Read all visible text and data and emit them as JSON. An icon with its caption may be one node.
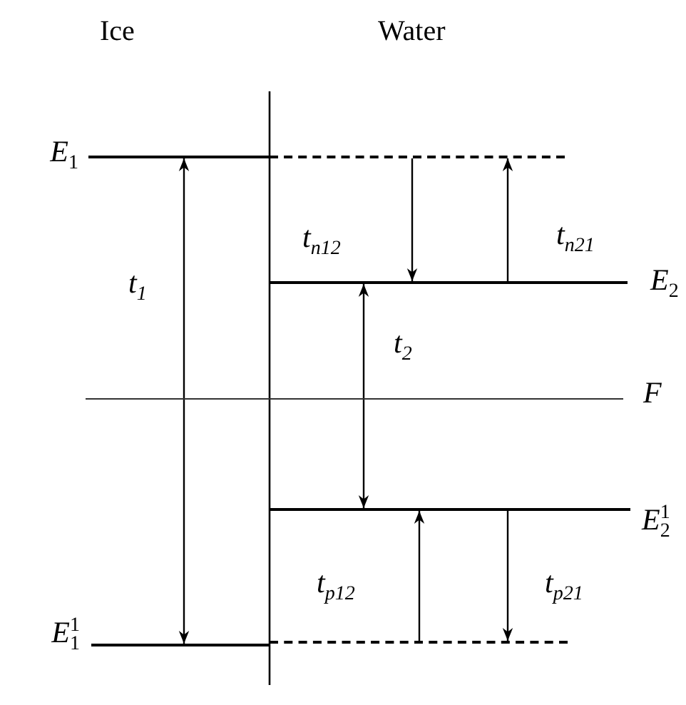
{
  "diagram": {
    "nodes": [
      {
        "text": [
          "*E*$_{1}$"
        ]
      },
      {
        "text": [],
        "shape": "bar"
      },
      {
        "text": [
          "*E*$_{2}$"
        ]
      },
      {
        "text": [
          "*F*"
        ]
      },
      {
        "text": [
          "*E*$^{1}$$_{2}$"
        ]
      },
      {
        "text": [
          "*E*$^{1}$$_{1}$"
        ]
      },
      {
        "text": [],
        "shape": "bar"
      }
    ],
    "edges": [
      {
        "from": 0,
        "to": 5,
        "arrow": "both",
        "label": "*t*$_{1}$"
      },
      {
        "from": 1,
        "to": 2,
        "arrow": "to",
        "label": "*t*$_{n12}$"
      },
      {
        "from": 2,
        "to": 1,
        "arrow": "to",
        "label": "*t*$_{n21}$"
      },
      {
        "from": 2,
        "to": 4,
        "arrow": "both",
        "label": "*t*$_{2}$"
      },
      {
        "from": 6,
        "to": 4,
        "arrow": "to",
        "label": "*t*$_{p12}$"
      },
      {
        "from": 4,
        "to": 6,
        "arrow": "to",
        "label": "*t*$_{p21}$"
      }
    ],
    "labels": [
      "Ice",
      "Water"
    ]
  }
}
